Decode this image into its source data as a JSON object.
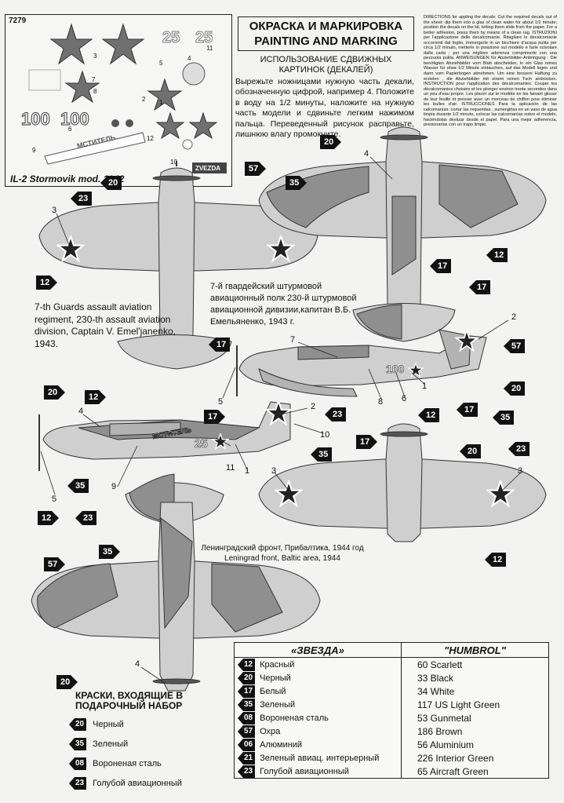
{
  "decal_sheet": {
    "kit_number": "7279",
    "title": "IL-2 Stormovik mod. 1942",
    "numbers_left": "100",
    "numbers_right": "100",
    "numbers_top": "25",
    "numbers_top2": "25",
    "slogan": "МСТИТЕЛЬ",
    "brand": "ZVEZDA",
    "labels": [
      "3",
      "5",
      "4",
      "2",
      "7",
      "8",
      "11",
      "1",
      "6",
      "9",
      "10",
      "12"
    ]
  },
  "header": {
    "title_ru": "ОКРАСКА И МАРКИРОВКА",
    "title_en": "PAINTING AND MARKING"
  },
  "instructions_ru": {
    "heading": "ИСПОЛЬЗОВАНИЕ СДВИЖНЫХ КАРТИНОК (ДЕКАЛЕЙ)",
    "body": "Вырежьте ножницами нужную часть декали, обозначенную цифрой, например 4. Положите в воду на 1/2 минуты, наложите на нужную часть модели и сдвиньте легким нажимом пальца. Переведенный рисунок расправьте, лишнюю влагу промокните."
  },
  "instructions_multi": "DIRECTIONS for appling the decals: Cut the required decals out of the sheet: dip them into a glas of clean water for about 1/2 minute; position the decals on the kit, letting them slide from the paper. For a better adhesion, press them by means of a clean rag. ISTRUZIONI per l'applicazione delle decalcomanie. Ritagliare le decalcomanie occorrenti dal foglio, immergerle in un bicchiere d'acqua pulita per circa 1/2 minuto, metterle in posizione sul modello e farle scivolare dalla carta ; per una migliore aderenza comprimerle con una pezzuola pulita. ANWEISUNGEN für Abziehbilder-Anbringung : Die benötigten Abziehbilder vom Blatt abscheiden, in ein Glas reines Wasser für etwa 1/2 Minute eintauchen, auf das Modell legen und dann vom Papierbogen abnehmen. Um eine bessere Haftung zu erzielen , die Abziehbilder mit einem reinen Tuch andrücken. INSTRUCTION pour l'application des décalcomanies. Couper les décalcomanies choisies et les plonger environ trente secondes dans un peu d'eau propre. Les placer sur le modèle en les faisant glisser de leur feuille et presser avec un morceau de chiffon pour éliminer les bulles d'air. ISTRUCCIONES Para la aplicación de las calcomanías: cortar las requeridas , sumergirlas en un vaso de agua limpia durante 1/2 minuto, colocar las calcomanías sobre el modelo, haciéndolas deslizar desde el papel. Para una mejor adherencia, presionarlas con un trapo limpio.",
  "captions": {
    "scheme1_en": "7-th Guards assault aviation regiment, 230-th assault aviation division, Captain V. Emel'janenko, 1943.",
    "scheme1_ru": "7-й гвардейский штурмовой авиационный полк 230-й штурмовой авиационной дивизии,капитан В.Б. Емельяненко, 1943 г.",
    "scheme2_ru": "Ленинградский фронт, Прибалтика, 1944 год",
    "scheme2_en": "Leningrad front, Baltic area, 1944"
  },
  "aircraft_codes": {
    "side1": "100",
    "side2": "25",
    "slogan": "МСТИТЕЛЬ"
  },
  "callouts": [
    {
      "n": "20"
    },
    {
      "n": "23"
    },
    {
      "n": "12"
    },
    {
      "n": "17"
    },
    {
      "n": "12"
    },
    {
      "n": "57"
    },
    {
      "n": "35"
    },
    {
      "n": "20"
    },
    {
      "n": "12"
    },
    {
      "n": "17"
    },
    {
      "n": "17"
    },
    {
      "n": "57"
    },
    {
      "n": "20"
    },
    {
      "n": "35"
    },
    {
      "n": "17"
    },
    {
      "n": "23"
    },
    {
      "n": "20"
    },
    {
      "n": "17"
    },
    {
      "n": "35"
    },
    {
      "n": "23"
    },
    {
      "n": "35"
    },
    {
      "n": "12"
    },
    {
      "n": "12"
    },
    {
      "n": "17"
    },
    {
      "n": "20"
    },
    {
      "n": "23"
    },
    {
      "n": "12"
    },
    {
      "n": "35"
    },
    {
      "n": "57"
    },
    {
      "n": "20"
    }
  ],
  "legend": {
    "col1_header": "«ЗВЕЗДА»",
    "col2_header": "\"HUMBROL\"",
    "rows": [
      {
        "code": "12",
        "name": "Красный",
        "humbrol": "60 Scarlett"
      },
      {
        "code": "20",
        "name": "Черный",
        "humbrol": "33 Black"
      },
      {
        "code": "17",
        "name": "Белый",
        "humbrol": "34 White"
      },
      {
        "code": "35",
        "name": "Зеленый",
        "humbrol": "117 US Light Green"
      },
      {
        "code": "08",
        "name": "Вороненая сталь",
        "humbrol": "53 Gunmetal"
      },
      {
        "code": "57",
        "name": "Охра",
        "humbrol": "186 Brown"
      },
      {
        "code": "06",
        "name": "Алюминий",
        "humbrol": "56 Aluminium"
      },
      {
        "code": "21",
        "name": "Зеленый авиац. интерьерный",
        "humbrol": "226 Interior Green"
      },
      {
        "code": "23",
        "name": "Голубой авиационный",
        "humbrol": "65 Aircraft Green"
      }
    ]
  },
  "gift_set": {
    "heading": "КРАСКИ, ВХОДЯЩИЕ В ПОДАРОЧНЫЙ НАБОР",
    "items": [
      {
        "code": "20",
        "name": "Черный"
      },
      {
        "code": "35",
        "name": "Зеленый"
      },
      {
        "code": "08",
        "name": "Вороненая сталь"
      },
      {
        "code": "23",
        "name": "Голубой авиационный"
      }
    ]
  },
  "colors": {
    "light_grey": "#cfcfcf",
    "dark_grey": "#8f8f8f",
    "mid_grey": "#b3b3b3",
    "black": "#111111"
  }
}
